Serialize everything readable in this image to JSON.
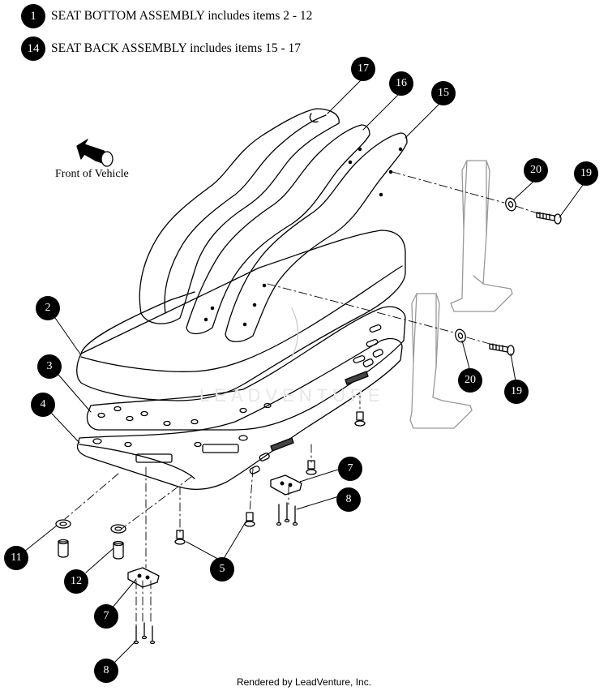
{
  "legend": {
    "row1": {
      "badge": "1",
      "text": "SEAT BOTTOM ASSEMBLY includes items 2 - 12"
    },
    "row2": {
      "badge": "14",
      "text": "SEAT BACK ASSEMBLY includes items 15 - 17"
    }
  },
  "front_label": "Front of Vehicle",
  "watermark": "LEADVENTURE",
  "footer": "Rendered by LeadVenture, Inc.",
  "callouts": {
    "c17": "17",
    "c16": "16",
    "c15": "15",
    "c20a": "20",
    "c19a": "19",
    "c2": "2",
    "c3": "3",
    "c4": "4",
    "c20b": "20",
    "c19b": "19",
    "c7a": "7",
    "c8a": "8",
    "c11": "11",
    "c12": "12",
    "c5": "5",
    "c7b": "7",
    "c8b": "8"
  }
}
